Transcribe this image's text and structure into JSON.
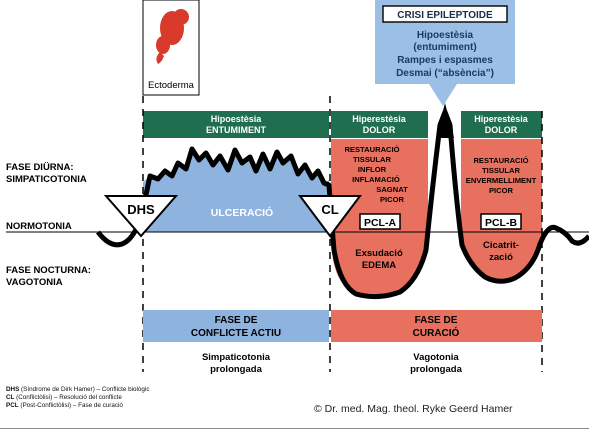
{
  "embryo_label": "Ectoderma",
  "crisis_box": {
    "title": "CRISI EPILEPTOIDE",
    "lines": [
      "Hipoestèsia",
      "(entumiment)",
      "Rampes i espasmes",
      "Desmai (“absència”)"
    ]
  },
  "header_bars": [
    {
      "line1": "Hipoestèsia",
      "line2": "ENTUMIMENT"
    },
    {
      "line1": "Hiperestèsia",
      "line2": "DOLOR"
    },
    {
      "line1": "Hiperestèsia",
      "line2": "DOLOR"
    }
  ],
  "left_labels": {
    "day_line1": "FASE DIÜRNA:",
    "day_line2": "SIMPATICOTONIA",
    "normotonia": "NORMOTONIA",
    "night_line1": "FASE NOCTURNA:",
    "night_line2": "VAGOTONIA"
  },
  "dhs_label": "DHS",
  "cl_label": "CL",
  "ulceration_label": "ULCERACIÓ",
  "pcl_a_text": [
    "RESTAURACIÓ",
    "TISSULAR",
    "INFLOR",
    "INFLAMACIÓ",
    "SAGNAT",
    "PICOR"
  ],
  "pcl_a_label": "PCL-A",
  "exudation_text": [
    "Exsudació",
    "EDEMA"
  ],
  "pcl_b_text": [
    "RESTAURACIÓ",
    "TISSULAR",
    "ENVERMELLIMENT",
    "PICOR"
  ],
  "pcl_b_label": "PCL-B",
  "cicatrization_text": [
    "Cicatrit-",
    "zació"
  ],
  "phase_boxes": [
    {
      "line1": "FASE DE",
      "line2": "CONFLICTE ACTIU"
    },
    {
      "line1": "FASE DE",
      "line2": "CURACIÓ"
    }
  ],
  "bottom_labels": [
    {
      "line1": "Simpaticotonia",
      "line2": "prolongada"
    },
    {
      "line1": "Vagotonia",
      "line2": "prolongada"
    }
  ],
  "legend": [
    {
      "abbr": "DHS",
      "text": " (Síndrome de Dirk Hamer) – Conflicte biològic"
    },
    {
      "abbr": "CL",
      "text": " (Conflictòlisi) – Resolució del conflicte"
    },
    {
      "abbr": "PCL",
      "text": " (Post-Conflictòlisi) – Fase de curació"
    }
  ],
  "copyright": "© Dr. med. Mag. theol. Ryke Geerd Hamer",
  "colors": {
    "header_green": "#1f6e4f",
    "blue": "#8fb3df",
    "red": "#e8705f",
    "crisis_blue": "#9cbfe6",
    "embryo_red": "#d93a2a"
  }
}
